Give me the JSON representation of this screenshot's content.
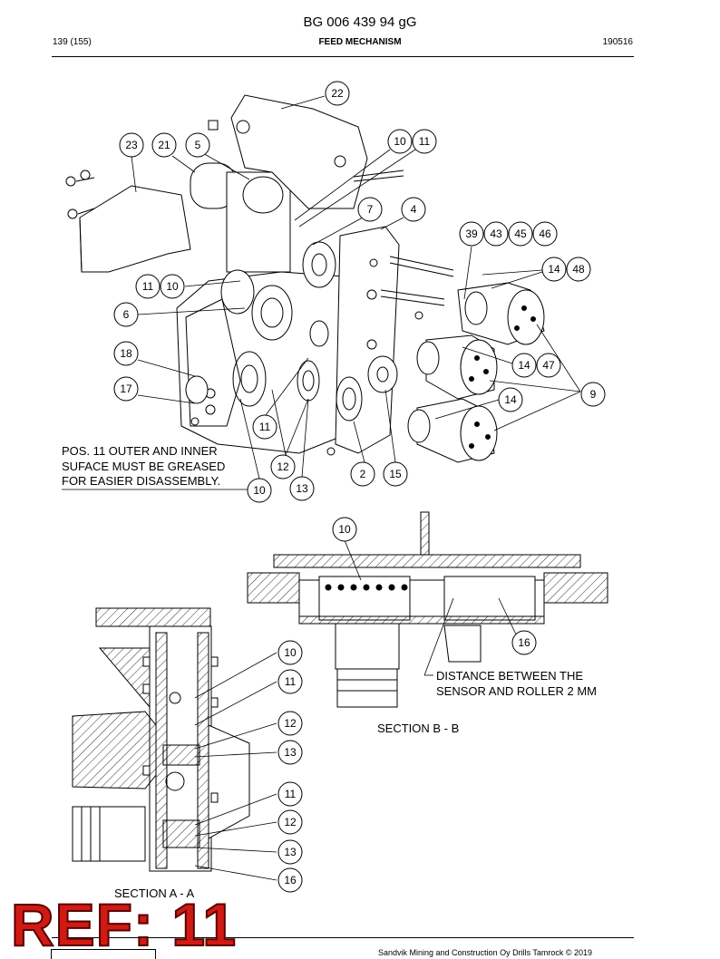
{
  "header": {
    "doc_id": "BG 006 439 94 gG",
    "page": "139 (155)",
    "title": "FEED MECHANISM",
    "code": "190516"
  },
  "note": {
    "lines": [
      "POS. 11 OUTER AND INNER",
      "SUFACE MUST BE GREASED",
      "FOR EASIER DISASSEMBLY."
    ]
  },
  "callouts": {
    "c22": "22",
    "c23": "23",
    "c21": "21",
    "c5": "5",
    "c10a": "10",
    "c11a": "11",
    "c7": "7",
    "c4": "4",
    "c39": "39",
    "c43": "43",
    "c45": "45",
    "c46": "46",
    "c14a": "14",
    "c48": "48",
    "c11b": "11",
    "c10b": "10",
    "c6": "6",
    "c18": "18",
    "c14b": "14",
    "c47": "47",
    "c17": "17",
    "c9": "9",
    "c14c": "14",
    "c11c": "11",
    "c12a": "12",
    "c2": "2",
    "c15": "15",
    "c13a": "13",
    "c10c": "10",
    "c10d": "10",
    "c16a": "16",
    "c10e": "10",
    "c11d": "11",
    "c12b": "12",
    "c13b": "13",
    "c11e": "11",
    "c12c": "12",
    "c13c": "13",
    "c16b": "16"
  },
  "sections": {
    "bb_note_1": "DISTANCE BETWEEN THE",
    "bb_note_2": "SENSOR AND ROLLER 2 MM",
    "bb_title": "SECTION  B - B",
    "aa_title": "SECTION  A - A"
  },
  "ref_label": "REF: 11",
  "footer": "Sandvik Mining and Construction Oy Drills Tamrock © 2019"
}
